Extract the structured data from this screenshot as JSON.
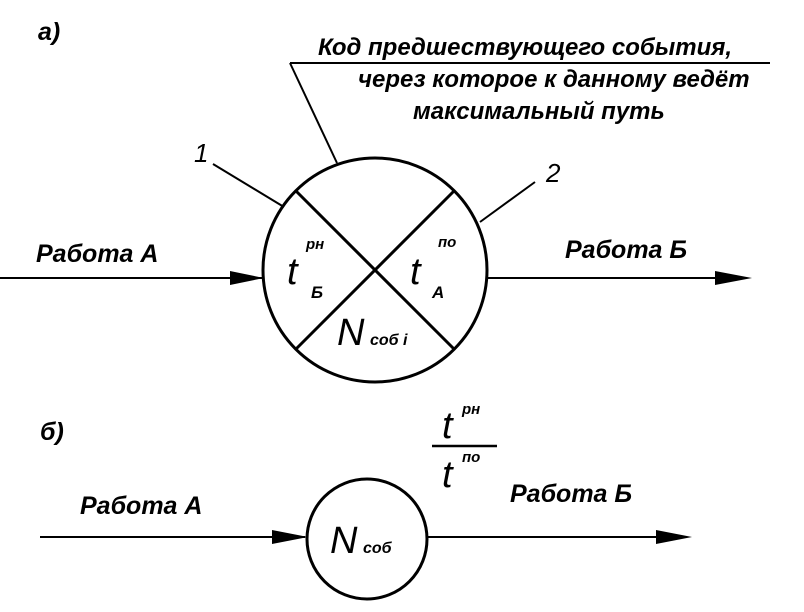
{
  "panel_a": {
    "label": "а)",
    "annotation": {
      "line1": "Код предшествующего события,",
      "line2": "через которое к данному ведёт",
      "line3": "максимальный путь"
    },
    "callout_1": "1",
    "callout_2": "2",
    "work_in": "Работа А",
    "work_out": "Работа Б",
    "left_sector": {
      "symbol": "t",
      "sup": "рн",
      "sub": "Б"
    },
    "right_sector": {
      "symbol": "t",
      "sup": "по",
      "sub": "А"
    },
    "bottom_sector": {
      "symbol": "N",
      "sub": "соб i"
    }
  },
  "panel_b": {
    "label": "б)",
    "fraction": {
      "num_symbol": "t",
      "num_sup": "рн",
      "den_symbol": "t",
      "den_sup": "по"
    },
    "work_in": "Работа А",
    "work_out": "Работа Б",
    "node": {
      "symbol": "N",
      "sub": "соб"
    }
  }
}
